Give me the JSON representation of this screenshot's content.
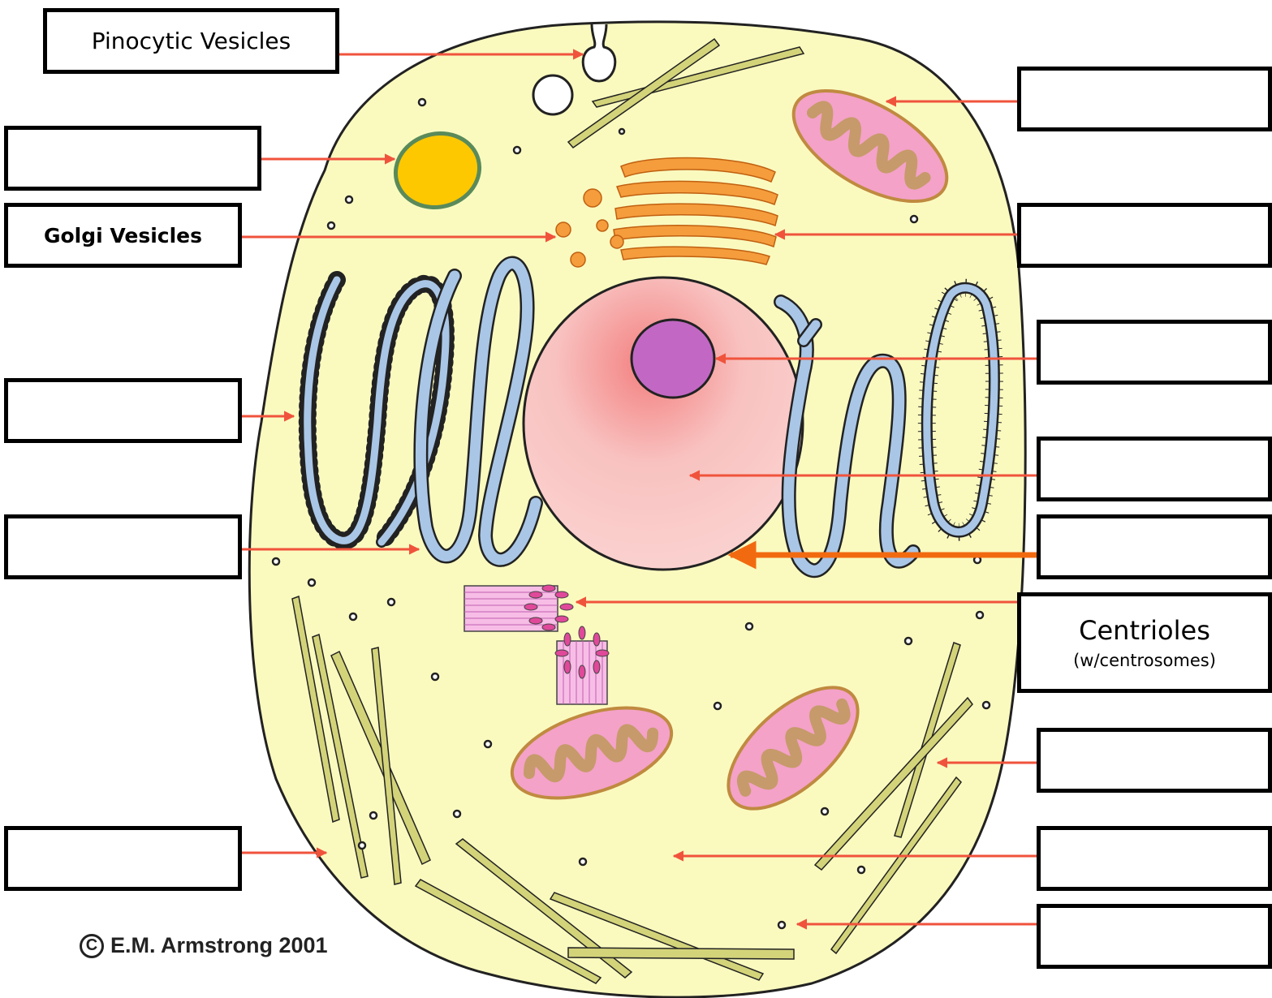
{
  "labels": {
    "pinocytic_vesicles": "Pinocytic Vesicles",
    "golgi_vesicles": "Golgi Vesicles",
    "centrioles": "Centrioles",
    "centrioles_sub": "(w/centrosomes)",
    "blank": ""
  },
  "copyright": {
    "symbol": "C",
    "text": "E.M. Armstrong 2001"
  },
  "colors": {
    "cytoplasm": "#fafabf",
    "arrow": "#f0533c",
    "highlight_arrow": "#f26a10",
    "nucleus": "#f7c3c3",
    "nucleolus": "#c268c4",
    "rough_er": "#a9c6e6",
    "mitochondrion_outer": "#f4a2c8",
    "mitochondrion_cristae": "#c69a6a",
    "golgi": "#f59c3c",
    "vacuole": "#fdc800",
    "cytoskeleton": "#d3d37a"
  }
}
